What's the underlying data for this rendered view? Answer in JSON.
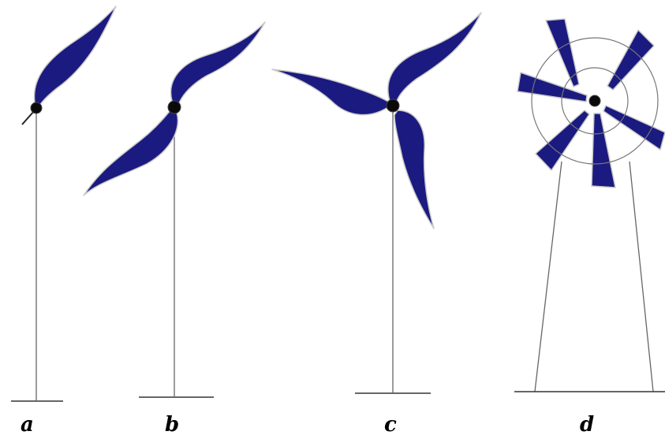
{
  "colors": {
    "blade": "#1a1a80",
    "hub": "#0a0a0a",
    "tower": "#666666",
    "ground": "#333333",
    "rings": "#777777"
  },
  "turbines": [
    {
      "id": "a",
      "label": "a",
      "kind": "one-blade"
    },
    {
      "id": "b",
      "label": "b",
      "kind": "two-blade"
    },
    {
      "id": "c",
      "label": "c",
      "kind": "three-blade"
    },
    {
      "id": "d",
      "label": "d",
      "kind": "multi-blade windmill"
    }
  ]
}
